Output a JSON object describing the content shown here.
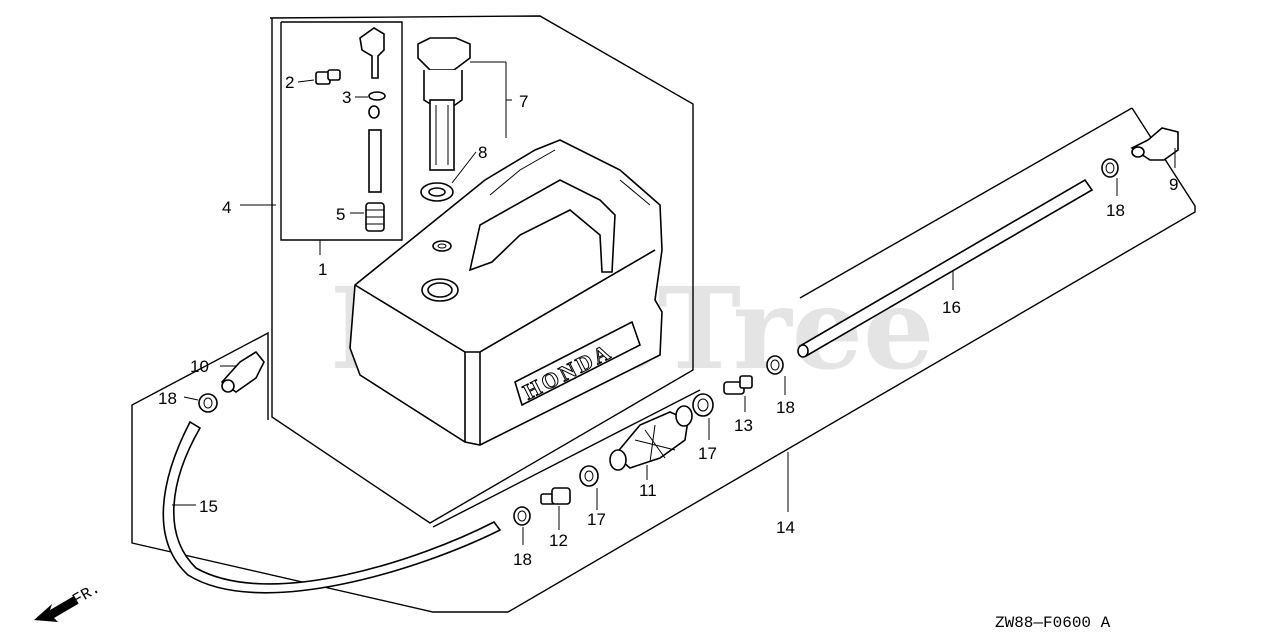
{
  "watermark": "PartsTree",
  "brand_label": "HONDA",
  "drawing_code": "ZW88—F0600 A",
  "front_label": "FR.",
  "callouts": [
    "1",
    "2",
    "3",
    "4",
    "5",
    "7",
    "8",
    "9",
    "10",
    "11",
    "12",
    "13",
    "14",
    "15",
    "16",
    "17",
    "17",
    "18",
    "18",
    "18",
    "18"
  ]
}
